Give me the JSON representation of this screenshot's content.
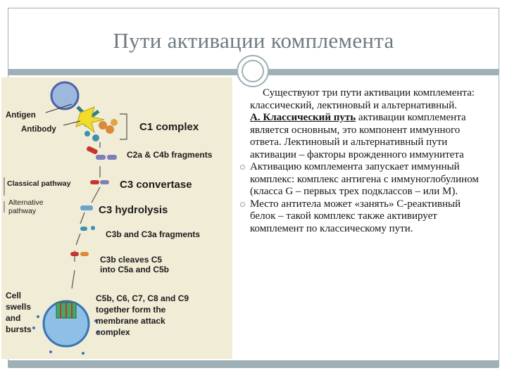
{
  "slide": {
    "title": "Пути активации комплемента"
  },
  "diagram": {
    "labels": {
      "antigen": "Antigen",
      "antibody": "Antibody",
      "c1_complex": "C1 complex",
      "c2a_c4b": "C2a & C4b fragments",
      "classical_pathway": "Classical pathway",
      "alternative_pathway": "Alternative\npathway",
      "c3_convertase": "C3 convertase",
      "c3_hydrolysis": "C3 hydrolysis",
      "c3b_c3a": "C3b and C3a fragments",
      "c3b_cleaves": "C3b cleaves C5\ninto C5a and C5b",
      "cell_swells": "Cell\nswells\nand\nbursts",
      "mac": "C5b, C6, C7, C8 and  C9\ntogether form the\nmembrane attack\ncomplex"
    }
  },
  "body": {
    "intro": "Существуют три пути активации комплемента: классический, лектиновый и альтернативный.",
    "classical_heading": "А. Классический путь",
    "classical_rest": " активации комплемента является основным, это компонент иммунного ответа. Лектиновый и альтернативный пути активации – факторы врожденного иммунитета",
    "bullets": [
      "Активацию комплемента запускает иммунный комплекс: комплекс антигена с иммуноглобулином (класса G – первых трех подклассов – или M).",
      "Место антитела может «занять» С-реактивный белок – такой комплекс также активирует комплемент по классическому пути."
    ]
  },
  "colors": {
    "accent": "#9fb0b6",
    "diagram_bg": "#f1ecd6"
  }
}
